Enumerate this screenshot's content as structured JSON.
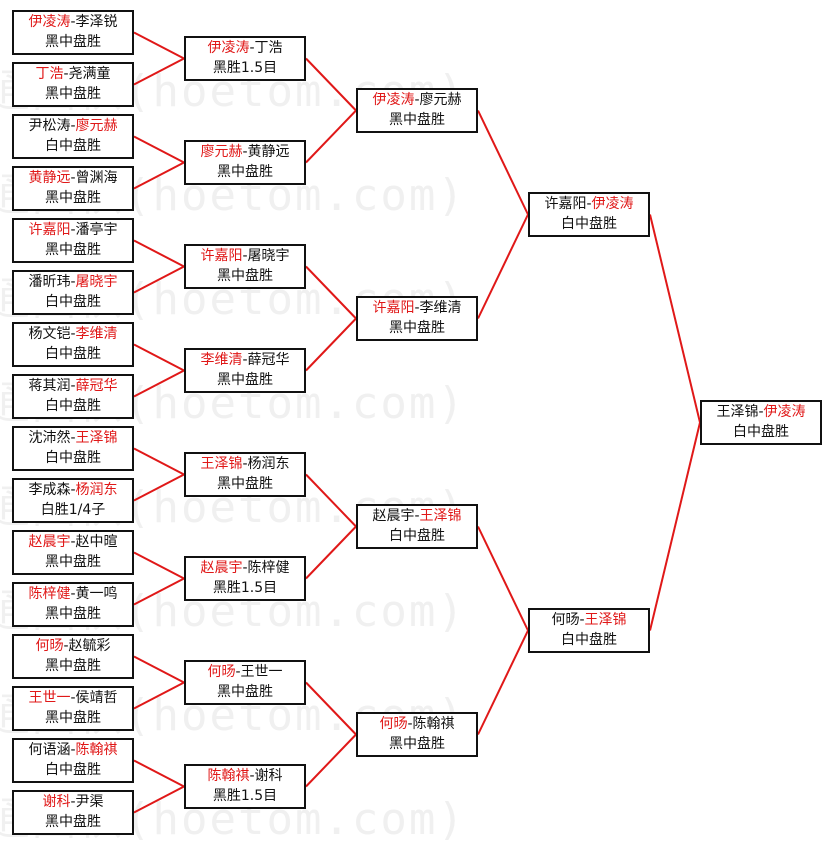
{
  "watermark": "弘通围棋(hoetom.com)",
  "colors": {
    "winner": "#e01818",
    "line": "#e01818"
  },
  "rounds": [
    [
      {
        "p1": "伊凌涛",
        "p2": "李泽锐",
        "winner": 0,
        "result": "黑中盘胜"
      },
      {
        "p1": "丁浩",
        "p2": "尧满童",
        "winner": 0,
        "result": "黑中盘胜"
      },
      {
        "p1": "尹松涛",
        "p2": "廖元赫",
        "winner": 1,
        "result": "白中盘胜"
      },
      {
        "p1": "黄静远",
        "p2": "曾渊海",
        "winner": 0,
        "result": "黑中盘胜"
      },
      {
        "p1": "许嘉阳",
        "p2": "潘亭宇",
        "winner": 0,
        "result": "黑中盘胜"
      },
      {
        "p1": "潘昕玮",
        "p2": "屠晓宇",
        "winner": 1,
        "result": "白中盘胜"
      },
      {
        "p1": "杨文铠",
        "p2": "李维清",
        "winner": 1,
        "result": "白中盘胜"
      },
      {
        "p1": "蒋其润",
        "p2": "薛冠华",
        "winner": 1,
        "result": "白中盘胜"
      },
      {
        "p1": "沈沛然",
        "p2": "王泽锦",
        "winner": 1,
        "result": "白中盘胜"
      },
      {
        "p1": "李成森",
        "p2": "杨润东",
        "winner": 1,
        "result": "白胜1/4子"
      },
      {
        "p1": "赵晨宇",
        "p2": "赵中暄",
        "winner": 0,
        "result": "黑中盘胜"
      },
      {
        "p1": "陈梓健",
        "p2": "黄一鸣",
        "winner": 0,
        "result": "黑中盘胜"
      },
      {
        "p1": "何旸",
        "p2": "赵毓彩",
        "winner": 0,
        "result": "黑中盘胜"
      },
      {
        "p1": "王世一",
        "p2": "侯靖哲",
        "winner": 0,
        "result": "黑中盘胜"
      },
      {
        "p1": "何语涵",
        "p2": "陈翰祺",
        "winner": 1,
        "result": "白中盘胜"
      },
      {
        "p1": "谢科",
        "p2": "尹渠",
        "winner": 0,
        "result": "黑中盘胜"
      }
    ],
    [
      {
        "p1": "伊凌涛",
        "p2": "丁浩",
        "winner": 0,
        "result": "黑胜1.5目"
      },
      {
        "p1": "廖元赫",
        "p2": "黄静远",
        "winner": 0,
        "result": "黑中盘胜"
      },
      {
        "p1": "许嘉阳",
        "p2": "屠晓宇",
        "winner": 0,
        "result": "黑中盘胜"
      },
      {
        "p1": "李维清",
        "p2": "薛冠华",
        "winner": 0,
        "result": "黑中盘胜"
      },
      {
        "p1": "王泽锦",
        "p2": "杨润东",
        "winner": 0,
        "result": "黑中盘胜"
      },
      {
        "p1": "赵晨宇",
        "p2": "陈梓健",
        "winner": 0,
        "result": "黑胜1.5目"
      },
      {
        "p1": "何旸",
        "p2": "王世一",
        "winner": 0,
        "result": "黑中盘胜"
      },
      {
        "p1": "陈翰祺",
        "p2": "谢科",
        "winner": 0,
        "result": "黑胜1.5目"
      }
    ],
    [
      {
        "p1": "伊凌涛",
        "p2": "廖元赫",
        "winner": 0,
        "result": "黑中盘胜"
      },
      {
        "p1": "许嘉阳",
        "p2": "李维清",
        "winner": 0,
        "result": "黑中盘胜"
      },
      {
        "p1": "赵晨宇",
        "p2": "王泽锦",
        "winner": 1,
        "result": "白中盘胜"
      },
      {
        "p1": "何旸",
        "p2": "陈翰祺",
        "winner": 0,
        "result": "黑中盘胜"
      }
    ],
    [
      {
        "p1": "许嘉阳",
        "p2": "伊凌涛",
        "winner": 1,
        "result": "白中盘胜"
      },
      {
        "p1": "何旸",
        "p2": "王泽锦",
        "winner": 1,
        "result": "白中盘胜"
      }
    ],
    [
      {
        "p1": "王泽锦",
        "p2": "伊凌涛",
        "winner": 1,
        "result": "白中盘胜"
      }
    ]
  ]
}
